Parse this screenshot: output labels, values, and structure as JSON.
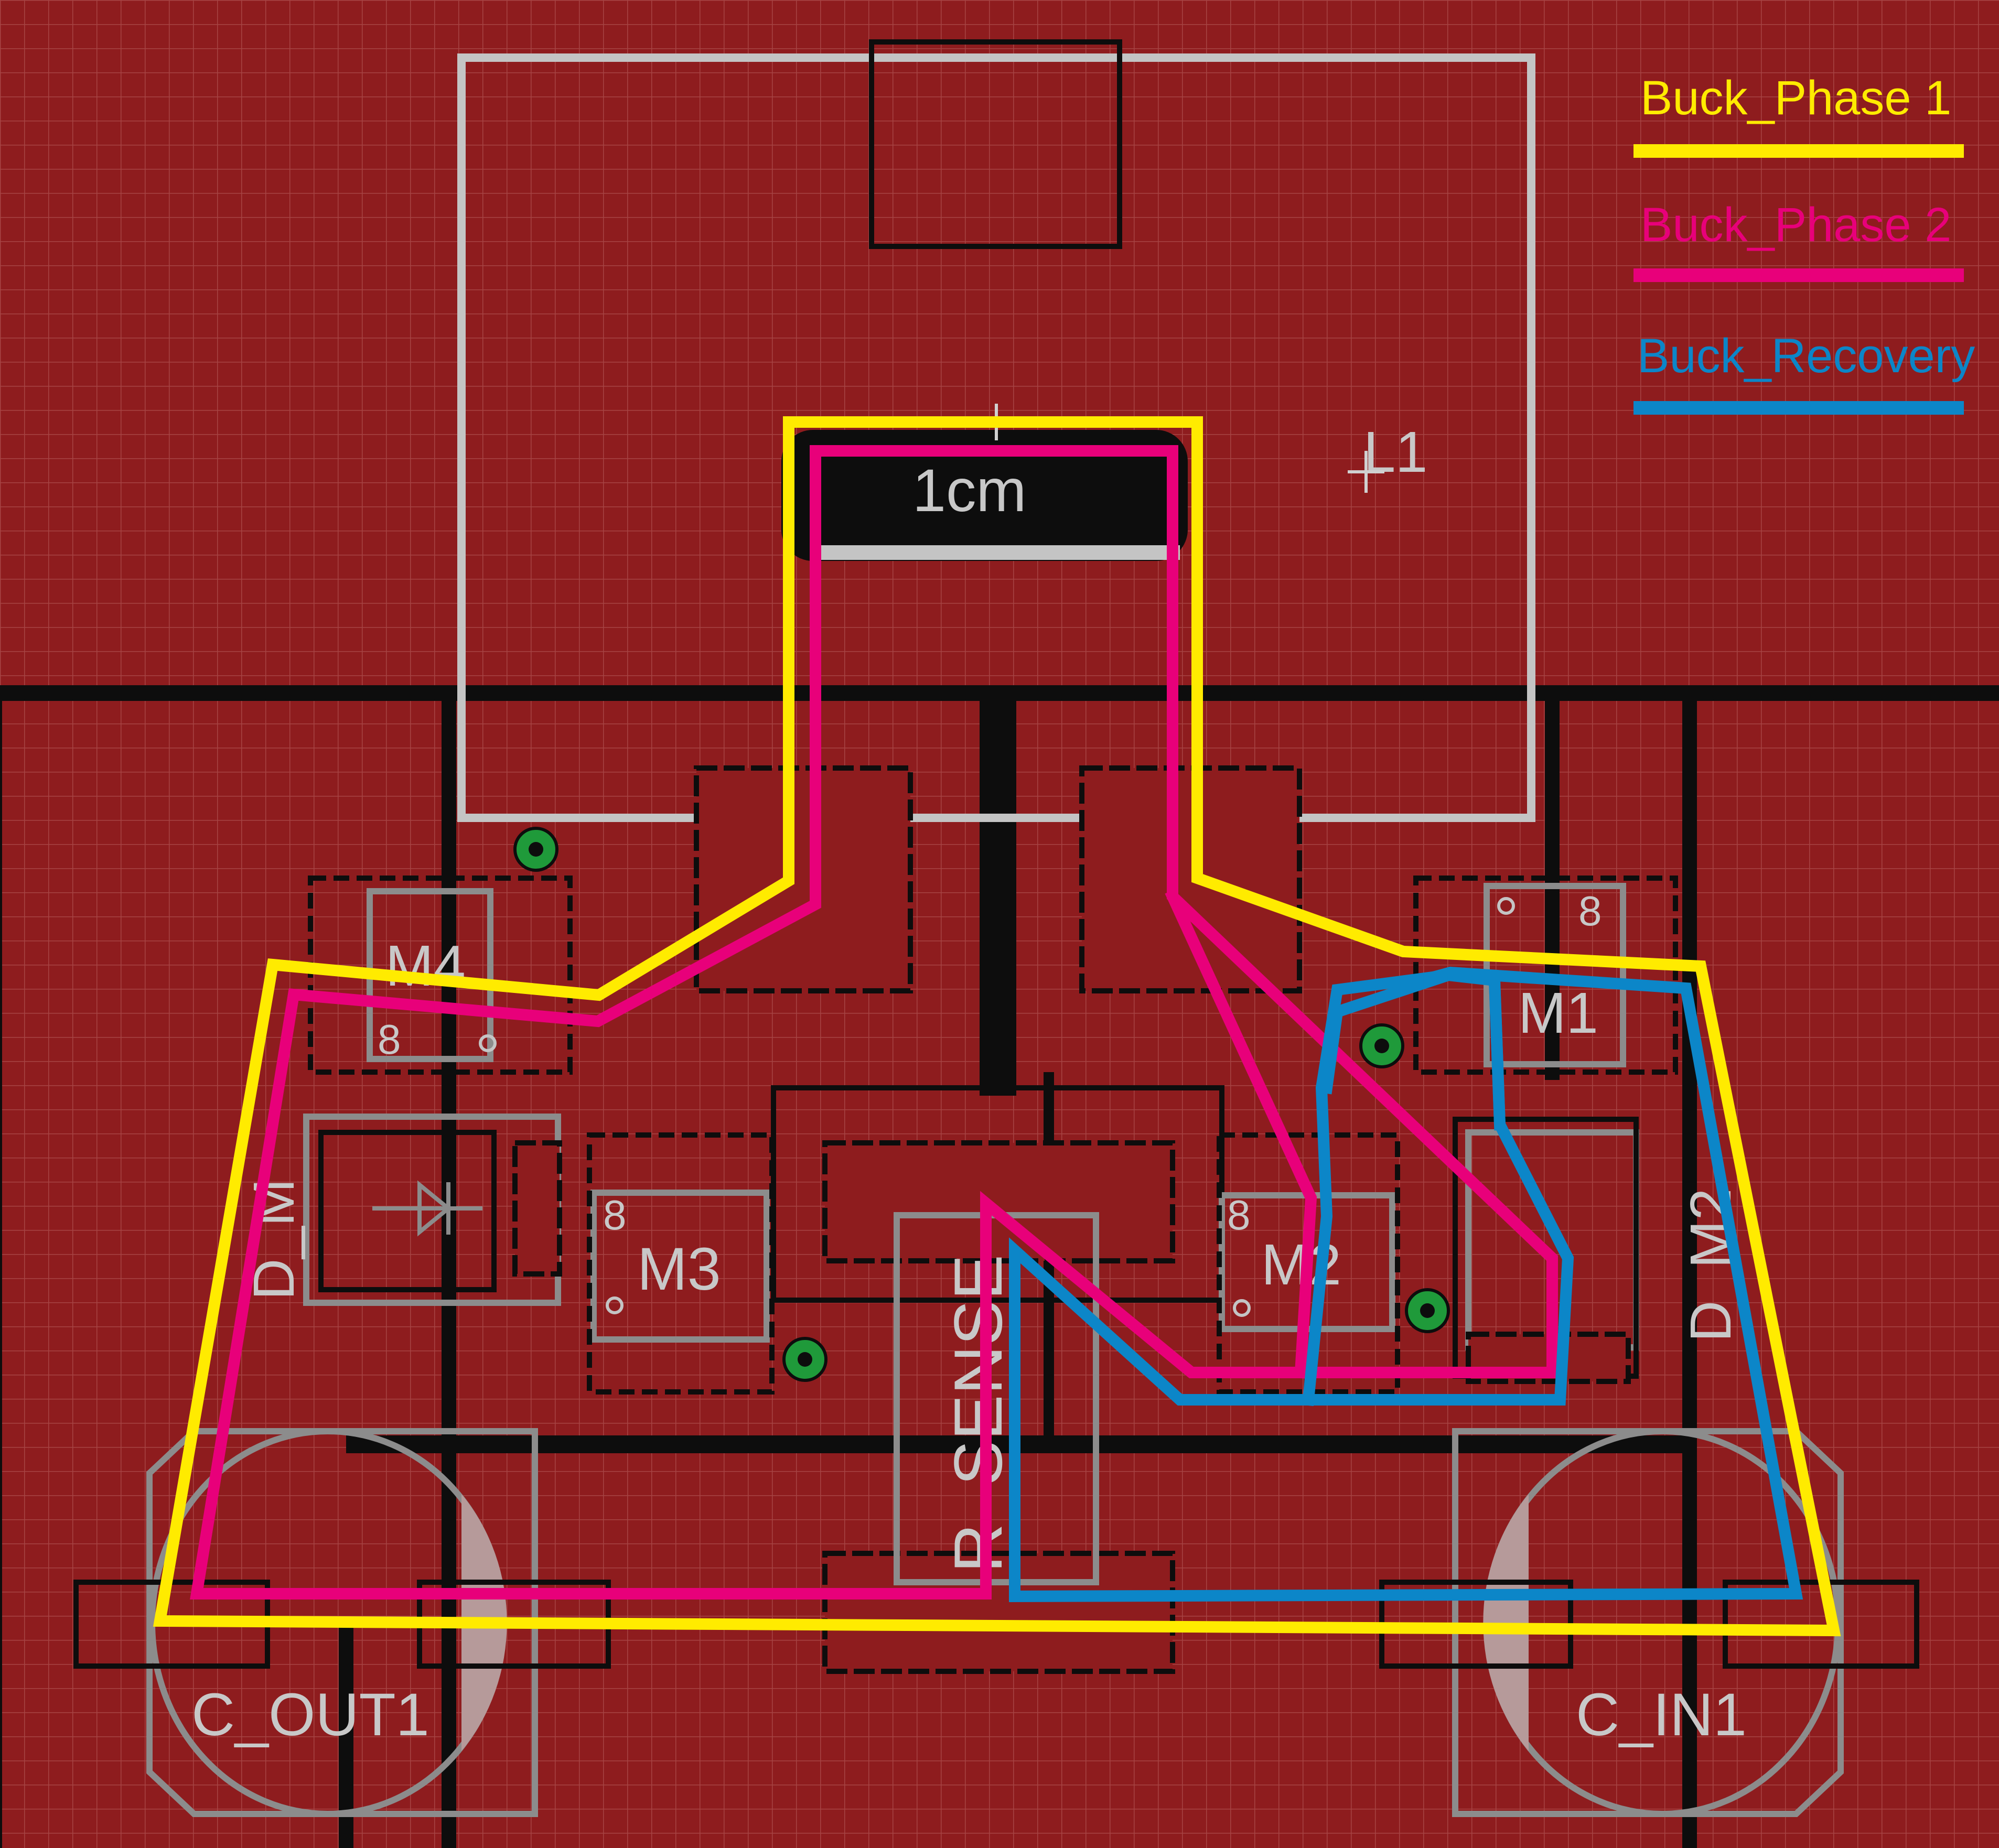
{
  "colors": {
    "board": "#8e1c1e",
    "grid": "#b04a4a",
    "phase1": "#ffeb00",
    "phase2": "#e8007a",
    "recovery": "#0c86c8",
    "via": "#1f9a3a"
  },
  "legend": {
    "phase1_label": "Buck_Phase 1",
    "phase2_label": "Buck_Phase 2",
    "recovery_label": "Buck_Recovery"
  },
  "components": {
    "inductor": "L1",
    "scale": "1cm",
    "m4": "M4",
    "m4_pin": "8",
    "m3": "M3",
    "m3_pin": "8",
    "m2": "M2",
    "m2_pin": "8",
    "m1": "M1",
    "m1_pin": "8",
    "d_m_left": "D_M",
    "d_m_right": "D_M2",
    "rsense": "R_SENSE",
    "c_out": "C_OUT1",
    "c_in": "C_IN1"
  }
}
